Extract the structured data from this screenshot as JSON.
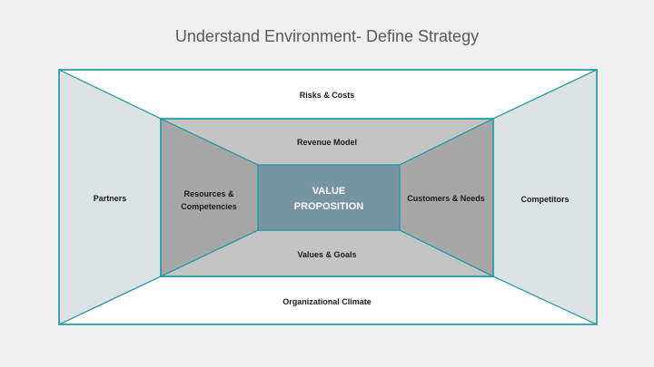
{
  "slide": {
    "title": "Understand Environment- Define Strategy"
  },
  "diagram": {
    "outer": {
      "top": "Risks & Costs",
      "left": "Partners",
      "right": "Competitors",
      "bottom": "Organizational Climate"
    },
    "middle": {
      "top": "Revenue Model",
      "left_line1": "Resources &",
      "left_line2": "Competencies",
      "right": "Customers & Needs",
      "bottom": "Values & Goals"
    },
    "center": {
      "line1": "VALUE",
      "line2": "PROPOSITION"
    },
    "colors": {
      "background": "#f0f0f0",
      "outer_band_light": "#ffffff",
      "outer_side": "#dde2e5",
      "middle_light": "#c4c4c4",
      "middle_dark": "#a6a6a6",
      "center_fill": "#7694a2",
      "border": "#1e9aa6"
    }
  }
}
